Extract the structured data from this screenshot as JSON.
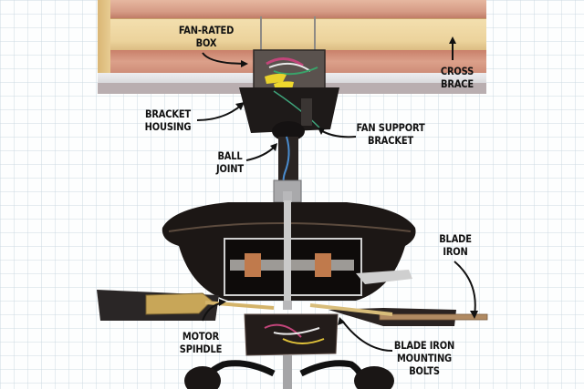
{
  "diagram": {
    "subject": "Ceiling fan installation cutaway",
    "colors": {
      "background": "#fdfefe",
      "grid": "#d5e0e8",
      "insulation": "#d9a48e",
      "wood": "#eed9a6",
      "drywall": "#d8d6d6",
      "fan_body": "#1a1614",
      "brass": "#c9a55a",
      "label_text": "#111111"
    },
    "labels": {
      "fan_rated_box": {
        "line1": "FAN-RATED",
        "line2": "BOX"
      },
      "cross_brace": {
        "line1": "CROSS",
        "line2": "BRACE"
      },
      "bracket_housing": {
        "line1": "BRACKET",
        "line2": "HOUSING"
      },
      "fan_support_bracket": {
        "line1": "FAN SUPPORT",
        "line2": "BRACKET"
      },
      "ball_joint": {
        "line1": "BALL",
        "line2": "JOINT"
      },
      "blade_iron": {
        "line1": "BLADE",
        "line2": "IRON"
      },
      "motor_spindle": {
        "line1": "MOTOR",
        "line2": "SPIHDLE"
      },
      "blade_iron_mounting_bolts": {
        "line1": "BLADE IRON",
        "line2": "MOUNTING",
        "line3": "BOLTS"
      }
    }
  }
}
